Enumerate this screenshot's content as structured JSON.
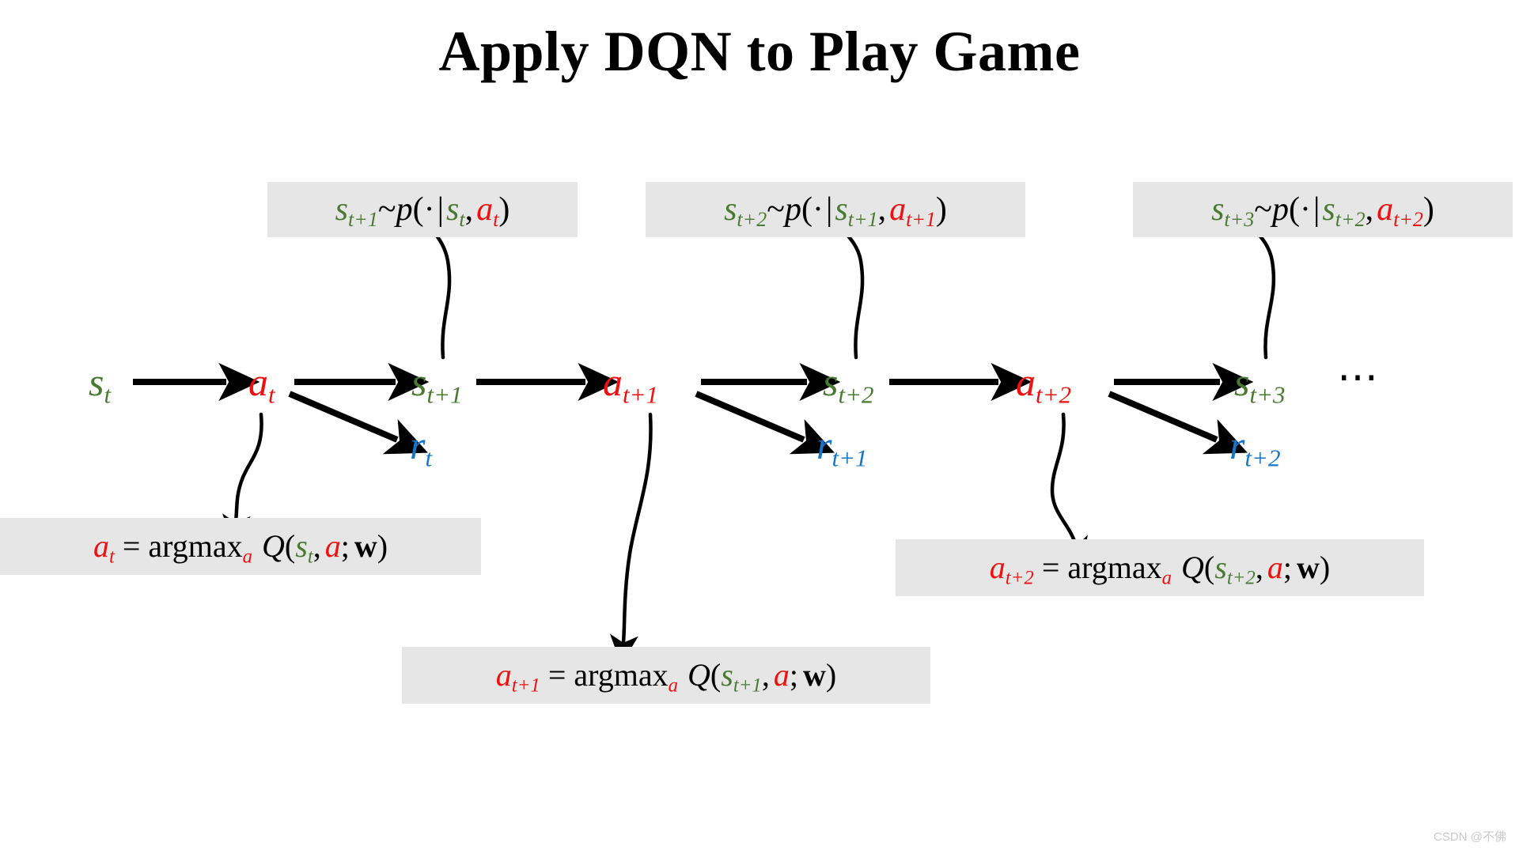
{
  "slide": {
    "title": "Apply DQN to Play Game",
    "watermark": "CSDN @不佛",
    "background_color": "#ffffff",
    "box_background_color": "#e6e6e6"
  },
  "colors": {
    "state_green": "#4a7a32",
    "action_red": "#ee1111",
    "reward_blue": "#1477c9",
    "text_black": "#000000",
    "box_gray": "#e6e6e6",
    "watermark_gray": "#c9c9c9"
  },
  "transition_boxes": [
    {
      "id": "transition-1",
      "next_state": "s",
      "next_state_sub": "t+1",
      "tilde": "~",
      "p": "p",
      "open": "(",
      "dot": "·",
      "bar": "|",
      "cond_state": "s",
      "cond_state_sub": "t",
      "comma": ",",
      "cond_action": "a",
      "cond_action_sub": "t",
      "close": ")",
      "plain": "s_{t+1} ~ p( · | s_t , a_t )"
    },
    {
      "id": "transition-2",
      "next_state": "s",
      "next_state_sub": "t+2",
      "tilde": "~",
      "p": "p",
      "open": "(",
      "dot": "·",
      "bar": "|",
      "cond_state": "s",
      "cond_state_sub": "t+1",
      "comma": ",",
      "cond_action": "a",
      "cond_action_sub": "t+1",
      "close": ")",
      "plain": "s_{t+2} ~ p( · | s_{t+1} , a_{t+1} )"
    },
    {
      "id": "transition-3",
      "next_state": "s",
      "next_state_sub": "t+3",
      "tilde": "~",
      "p": "p",
      "open": "(",
      "dot": "·",
      "bar": "|",
      "cond_state": "s",
      "cond_state_sub": "t+2",
      "comma": ",",
      "cond_action": "a",
      "cond_action_sub": "t+2",
      "close": ")",
      "plain": "s_{t+3} ~ p( · | s_{t+2} , a_{t+2} )"
    }
  ],
  "policy_boxes": [
    {
      "id": "policy-1",
      "lhs": "a",
      "lhs_sub": "t",
      "eq": "=",
      "argmax": "argmax",
      "argmax_sub": "a",
      "q": "Q",
      "open": "(",
      "state": "s",
      "state_sub": "t",
      "comma": ",",
      "action": "a",
      "semi": ";",
      "weights": "w",
      "close": ")",
      "plain": "a_t = argmax_a Q(s_t, a; w)"
    },
    {
      "id": "policy-2",
      "lhs": "a",
      "lhs_sub": "t+1",
      "eq": "=",
      "argmax": "argmax",
      "argmax_sub": "a",
      "q": "Q",
      "open": "(",
      "state": "s",
      "state_sub": "t+1",
      "comma": ",",
      "action": "a",
      "semi": ";",
      "weights": "w",
      "close": ")",
      "plain": "a_{t+1} = argmax_a Q(s_{t+1}, a; w)"
    },
    {
      "id": "policy-3",
      "lhs": "a",
      "lhs_sub": "t+2",
      "eq": "=",
      "argmax": "argmax",
      "argmax_sub": "a",
      "q": "Q",
      "open": "(",
      "state": "s",
      "state_sub": "t+2",
      "comma": ",",
      "action": "a",
      "semi": ";",
      "weights": "w",
      "close": ")",
      "plain": "a_{t+2} = argmax_a Q(s_{t+2}, a; w)"
    }
  ],
  "chain": {
    "nodes": [
      {
        "id": "state-t",
        "kind": "state",
        "symbol": "s",
        "sub": "t",
        "plain": "s_t"
      },
      {
        "id": "action-t",
        "kind": "action",
        "symbol": "a",
        "sub": "t",
        "plain": "a_t"
      },
      {
        "id": "state-t1",
        "kind": "state",
        "symbol": "s",
        "sub": "t+1",
        "plain": "s_{t+1}"
      },
      {
        "id": "action-t1",
        "kind": "action",
        "symbol": "a",
        "sub": "t+1",
        "plain": "a_{t+1}"
      },
      {
        "id": "state-t2",
        "kind": "state",
        "symbol": "s",
        "sub": "t+2",
        "plain": "s_{t+2}"
      },
      {
        "id": "action-t2",
        "kind": "action",
        "symbol": "a",
        "sub": "t+2",
        "plain": "a_{t+2}"
      },
      {
        "id": "state-t3",
        "kind": "state",
        "symbol": "s",
        "sub": "t+3",
        "plain": "s_{t+3}"
      }
    ],
    "ellipsis": "⋯",
    "rewards": [
      {
        "id": "reward-t",
        "symbol": "r",
        "sub": "t",
        "plain": "r_t"
      },
      {
        "id": "reward-t1",
        "symbol": "r",
        "sub": "t+1",
        "plain": "r_{t+1}"
      },
      {
        "id": "reward-t2",
        "symbol": "r",
        "sub": "t+2",
        "plain": "r_{t+2}"
      }
    ]
  }
}
